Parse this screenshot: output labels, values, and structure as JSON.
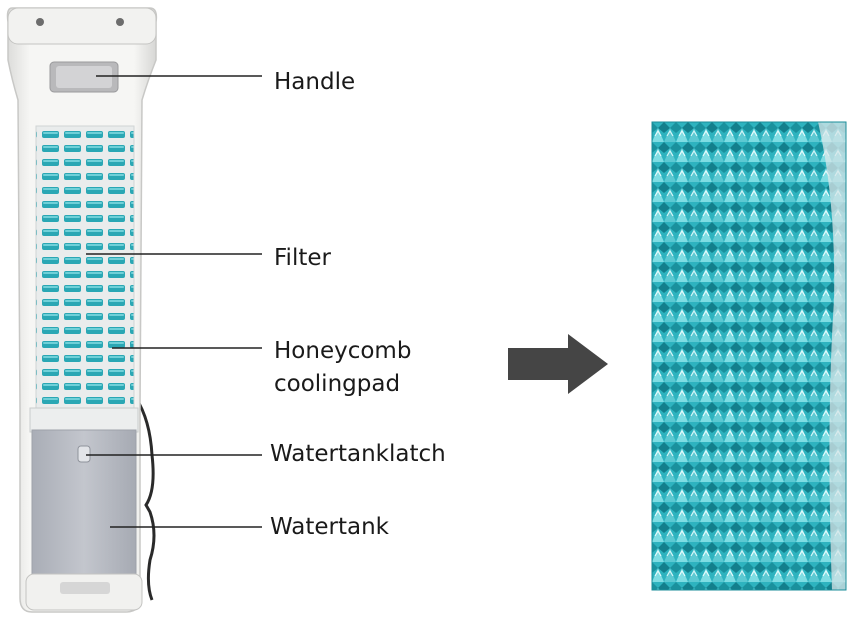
{
  "labels": {
    "handle": "Handle",
    "filter": "Filter",
    "honeycomb_line1": "Honeycomb",
    "honeycomb_line2": "coolingpad",
    "latch": "Watertanklatch",
    "tank": "Watertank"
  },
  "colors": {
    "pad_teal": "#2eb3bf",
    "pad_light": "#7fdde3",
    "pad_dark": "#137f8c",
    "body_white": "#f4f4f2",
    "tank_grey": "#b9bcc4",
    "arrow": "#454545",
    "leader_line": "#222222"
  },
  "icons": {
    "arrow": "right-arrow-icon"
  }
}
